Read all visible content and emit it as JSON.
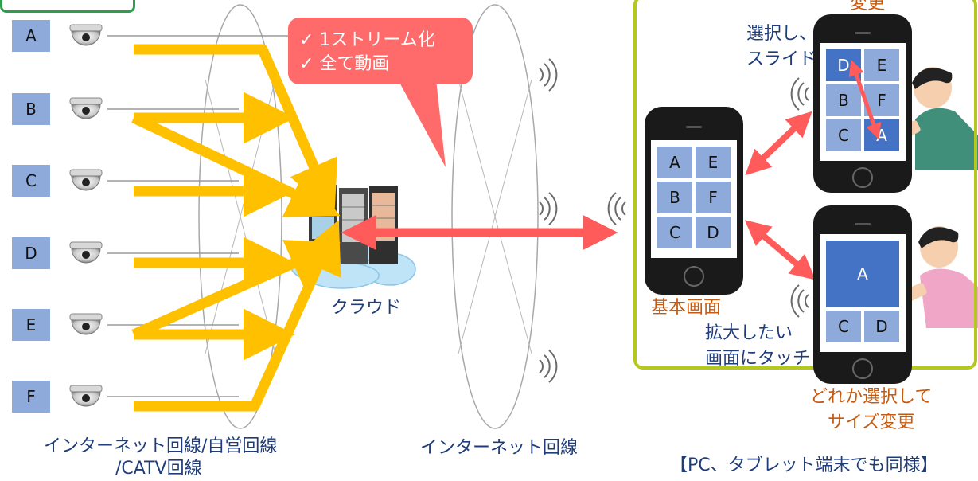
{
  "cameras": [
    {
      "label": "A"
    },
    {
      "label": "B"
    },
    {
      "label": "C"
    },
    {
      "label": "D"
    },
    {
      "label": "E"
    },
    {
      "label": "F"
    }
  ],
  "bubble": {
    "line1": "✓ 1ストリーム化",
    "line2": "✓ 全て動画"
  },
  "cloud_label": "クラウド",
  "network_left": {
    "line1": "インターネット回線/自営回線",
    "line2": "/CATV回線"
  },
  "network_right": "インターネット回線",
  "phone_basic": {
    "caption": "基本画面",
    "cells": [
      "A",
      "E",
      "B",
      "F",
      "C",
      "D"
    ]
  },
  "phone_top": {
    "cells": [
      "D",
      "E",
      "B",
      "F",
      "C",
      "A"
    ],
    "label_line1": "選択し、",
    "label_line2": "スライド",
    "header_partial": "変更"
  },
  "phone_bottom": {
    "cells": [
      "A",
      "C",
      "D"
    ],
    "label_line1": "拡大したい",
    "label_line2": "画面にタッチ",
    "caption_line1": "どれか選択して",
    "caption_line2": "サイズ変更"
  },
  "footer": "【PC、タブレット端末でも同様】",
  "colors": {
    "feed_arrow": "#ffc000",
    "link_arrow": "#ff5b5b",
    "bubble": "#ff6b6b",
    "frame": "#b4c81e",
    "cell": "#8eaadb",
    "cell_selected": "#4472c4",
    "text_blue": "#1f3d7a",
    "text_orange": "#c55a11"
  }
}
